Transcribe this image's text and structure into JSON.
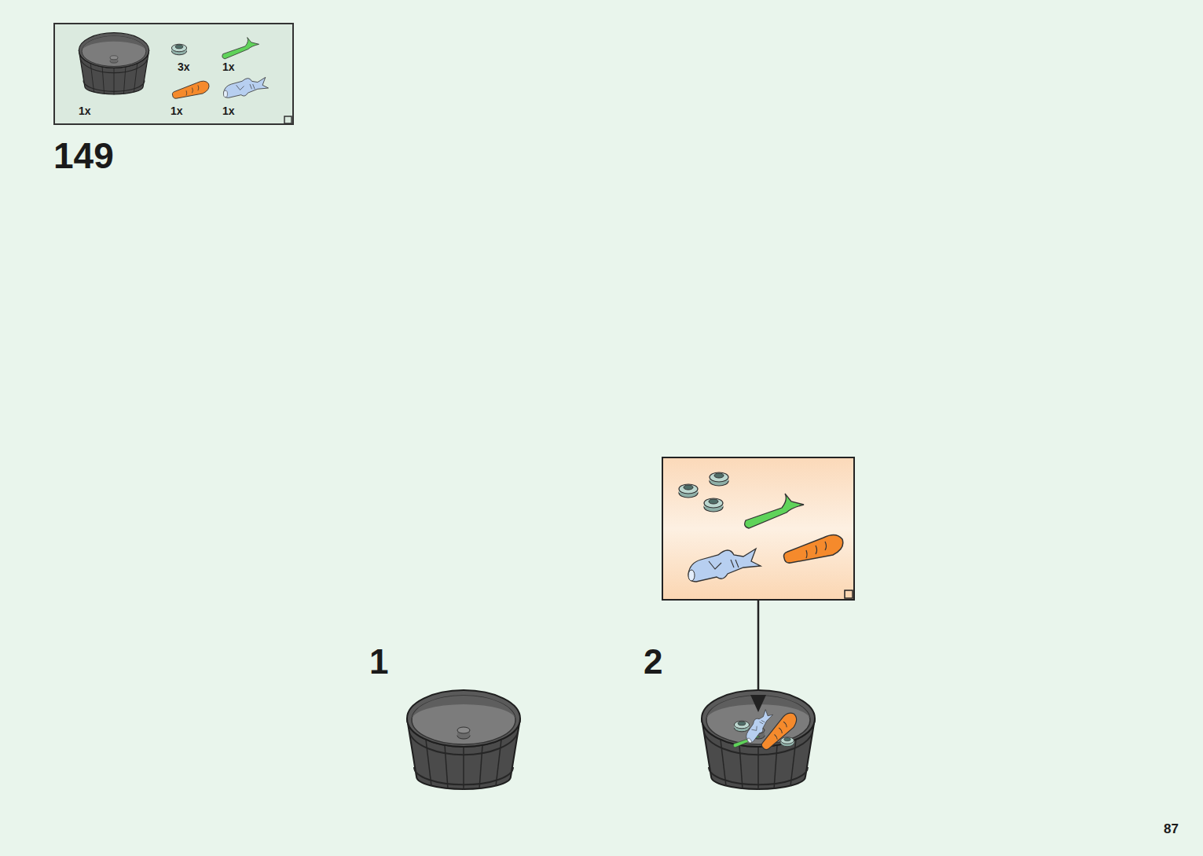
{
  "diagram": {
    "nodes": [
      {
        "text": [
          "3x",
          "1x",
          "1x",
          "1x",
          "1x"
        ]
      }
    ],
    "labels": [
      "149",
      "1",
      "2",
      "87"
    ]
  }
}
